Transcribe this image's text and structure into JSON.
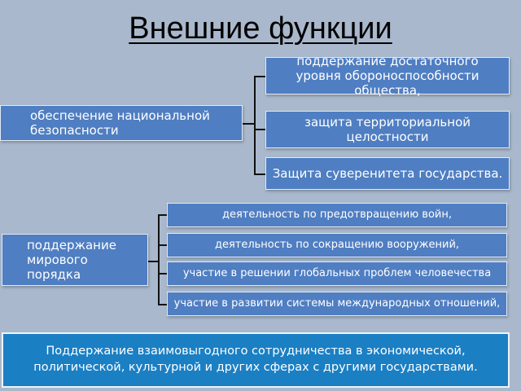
{
  "title": "Внешние функции",
  "group1": {
    "main": "обеспечение национальной безопасности",
    "items": [
      "поддержание достаточного уровня обороноспособности общества,",
      "защита территориальной целостности",
      "Защита суверенитета государства."
    ]
  },
  "group2": {
    "main": "поддержание мирового порядка",
    "items": [
      "деятельность по предотвращению войн,",
      "деятельность по сокращению вооружений,",
      "участие в решении глобальных проблем человечества",
      "участие в развитии системы международных отношений,"
    ]
  },
  "bottom": "Поддержание взаимовыгодного сотрудничества в экономической, политической, культурной и других сферах с другими государствами."
}
